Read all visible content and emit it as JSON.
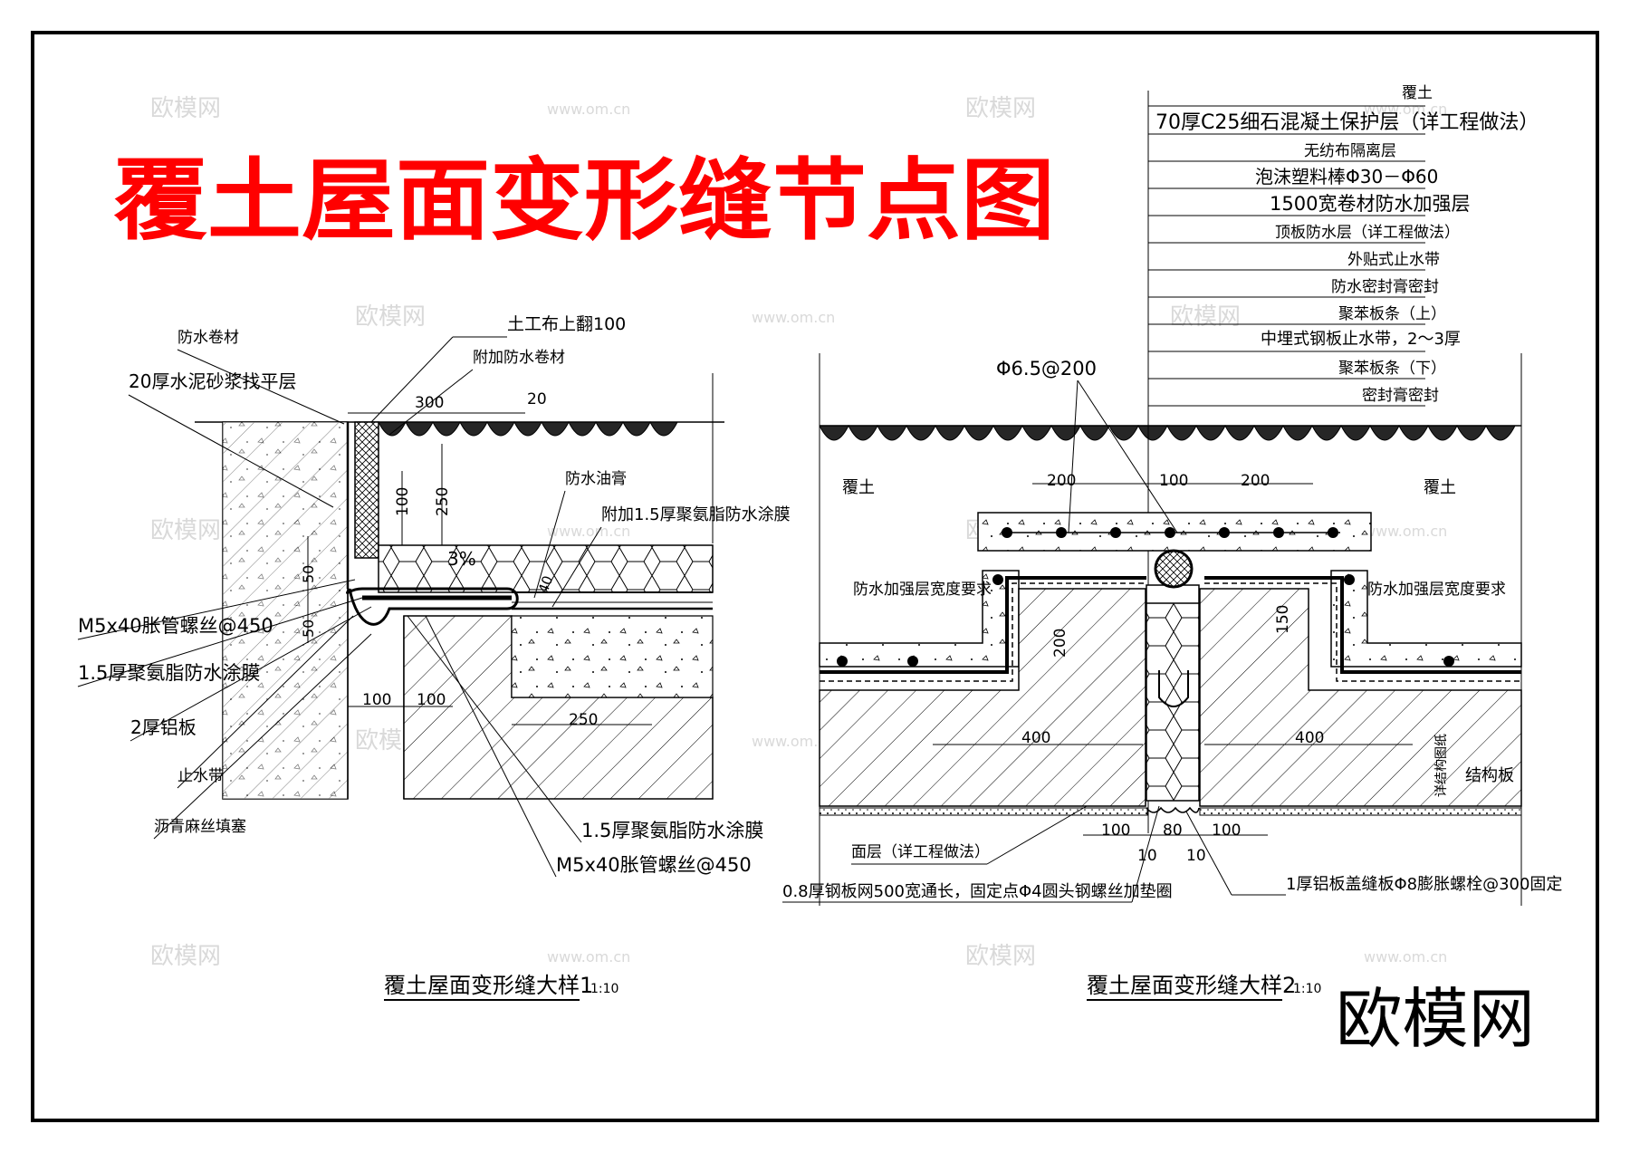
{
  "main_title": "覆土屋面变形缝节点图",
  "brand_mark": "欧模网",
  "watermark_text": "欧模网",
  "watermark_url": "www.om.cn",
  "colors": {
    "title": "#ff0000",
    "ink": "#000000",
    "watermark": "#d9d9d9"
  },
  "detail1": {
    "caption": "覆土屋面变形缝大样1",
    "scale": "1:10",
    "labels": {
      "waterproof_roll": "防水卷材",
      "mortar_layer": "20厚水泥砂浆找平层",
      "geotextile": "土工布上翻100",
      "extra_roll": "附加防水卷材",
      "waterproof_paste": "防水油膏",
      "extra_coating": "附加1.5厚聚氨脂防水涂膜",
      "bolt_left": "M5x40胀管螺丝@450",
      "coating_left": "1.5厚聚氨脂防水涂膜",
      "aluminium": "2厚铝板",
      "waterstop": "止水带",
      "asphalt_fill": "沥青麻丝填塞",
      "coating_bottom": "1.5厚聚氨脂防水涂膜",
      "bolt_bottom": "M5x40胀管螺丝@450"
    },
    "dims": {
      "d300": "300",
      "d20": "20",
      "d100v": "100",
      "d250v": "250",
      "slope": "3%",
      "d50a": "50",
      "d50b": "50",
      "d100a": "100",
      "d100b": "100",
      "d250h": "250",
      "d40": "40"
    }
  },
  "detail2": {
    "caption": "覆土屋面变形缝大样2",
    "scale": "1:10",
    "layers": [
      "覆土",
      "70厚C25细石混凝土保护层（详工程做法）",
      "无纺布隔离层",
      "泡沫塑料棒Φ30－Φ60",
      "1500宽卷材防水加强层",
      "顶板防水层（详工程做法）",
      "外贴式止水带",
      "防水密封膏密封",
      "聚苯板条（上）",
      "中埋式钢板止水带，2～3厚",
      "聚苯板条（下）",
      "密封膏密封"
    ],
    "labels": {
      "rebar": "Φ6.5@200",
      "soil_left": "覆土",
      "soil_right": "覆土",
      "reinforce_left": "防水加强层宽度要求",
      "reinforce_right": "防水加强层宽度要求",
      "surface": "面层（详工程做法）",
      "steel_mesh": "0.8厚钢板网500宽通长，固定点Φ4圆头钢螺丝加垫圈",
      "alu_cover": "1厚铝板盖缝板Φ8膨胀螺栓@300固定",
      "structure": "结构板",
      "slab_note": "详结构图纸"
    },
    "dims": {
      "d200a": "200",
      "d100top": "100",
      "d200b": "200",
      "d200v": "200",
      "d150v": "150",
      "d400a": "400",
      "d400b": "400",
      "d100l": "100",
      "d80": "80",
      "d100r": "100",
      "d10a": "10",
      "d10b": "10"
    }
  }
}
